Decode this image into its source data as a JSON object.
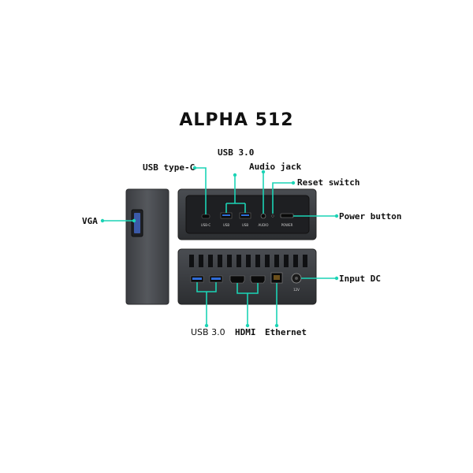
{
  "title": "ALPHA 512",
  "callouts": {
    "usb_type_c": "USB type-C",
    "usb30_top": "USB 3.0",
    "audio_jack": "Audio jack",
    "reset_switch": "Reset switch",
    "power_button": "Power button",
    "vga": "VGA",
    "input_dc": "Input DC",
    "usb30_bottom": "USB 3.0",
    "hdmi": "HDMI",
    "ethernet": "Ethernet"
  },
  "port_labels": {
    "usb_c": "USB-C",
    "usb_1": "USB",
    "usb_2": "USB",
    "audio": "AUDIO",
    "power": "POWER",
    "dc": "12V"
  },
  "colors": {
    "accent": "#1bd3b5",
    "device_dark": "#3a3c40",
    "device_light": "#5b5e63"
  }
}
